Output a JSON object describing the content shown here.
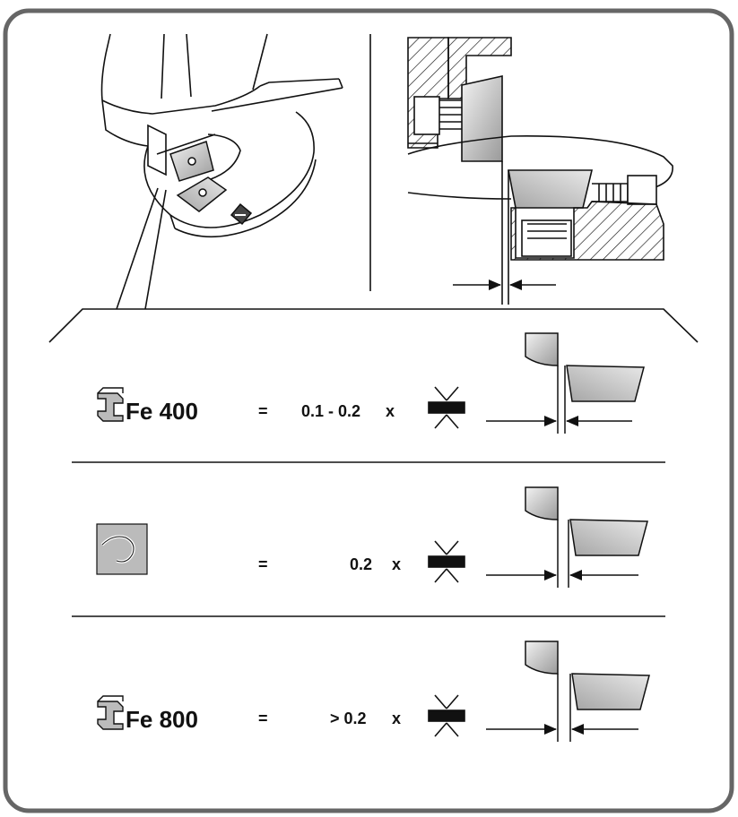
{
  "rows": [
    {
      "material_label": "Fe 400",
      "equals": "=",
      "factor": "0.1 - 0.2",
      "times": "x",
      "icon": "i-beam-icon"
    },
    {
      "material_label": "",
      "equals": "=",
      "factor": "0.2",
      "times": "x",
      "icon": "chip-curl-icon"
    },
    {
      "material_label": "Fe 800",
      "equals": "=",
      "factor": "> 0.2",
      "times": "x",
      "icon": "i-beam-icon"
    }
  ],
  "colors": {
    "line": "#111111",
    "frame": "#666666",
    "insert_fill": "#cccccc",
    "icon_fill": "#bbbbbb"
  }
}
